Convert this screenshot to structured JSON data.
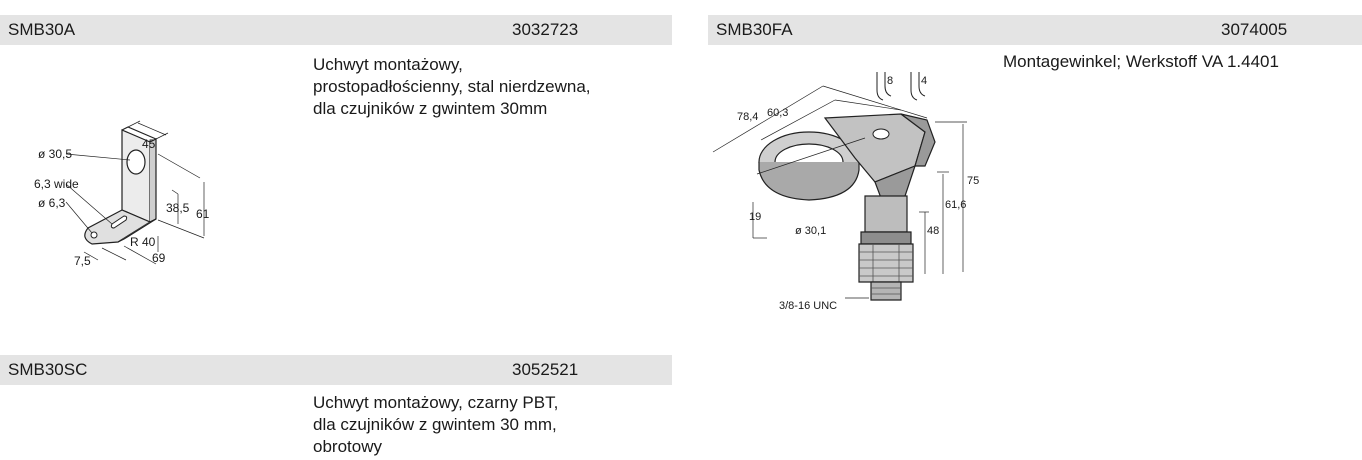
{
  "products": [
    {
      "name": "SMB30A",
      "code": "3032723",
      "description": "Uchwyt montażowy,\nprostopadłościenny, stal nierdzewna,\ndla czujników z gwintem 30mm",
      "dims": {
        "bore": "ø 30,5",
        "slot": "6,3 wide",
        "hole": "ø 6,3",
        "width": "45",
        "height": "38,5",
        "total_height": "61",
        "radius": "R 40",
        "edge": "7,5",
        "length": "69"
      }
    },
    {
      "name": "SMB30FA",
      "code": "3074005",
      "description": "Montagewinkel; Werkstoff VA 1.4401",
      "dims": {
        "d1": "78,4",
        "d2": "60,3",
        "wrench1": "8",
        "wrench2": "4",
        "h_total": "75",
        "h_mid": "61,6",
        "h_low": "48",
        "ring_h": "19",
        "bore": "ø 30,1",
        "thread": "3/8-16 UNC"
      }
    },
    {
      "name": "SMB30SC",
      "code": "3052521",
      "description": "Uchwyt montażowy, czarny PBT,\ndla czujników z gwintem 30 mm,\nobrotowy"
    }
  ]
}
